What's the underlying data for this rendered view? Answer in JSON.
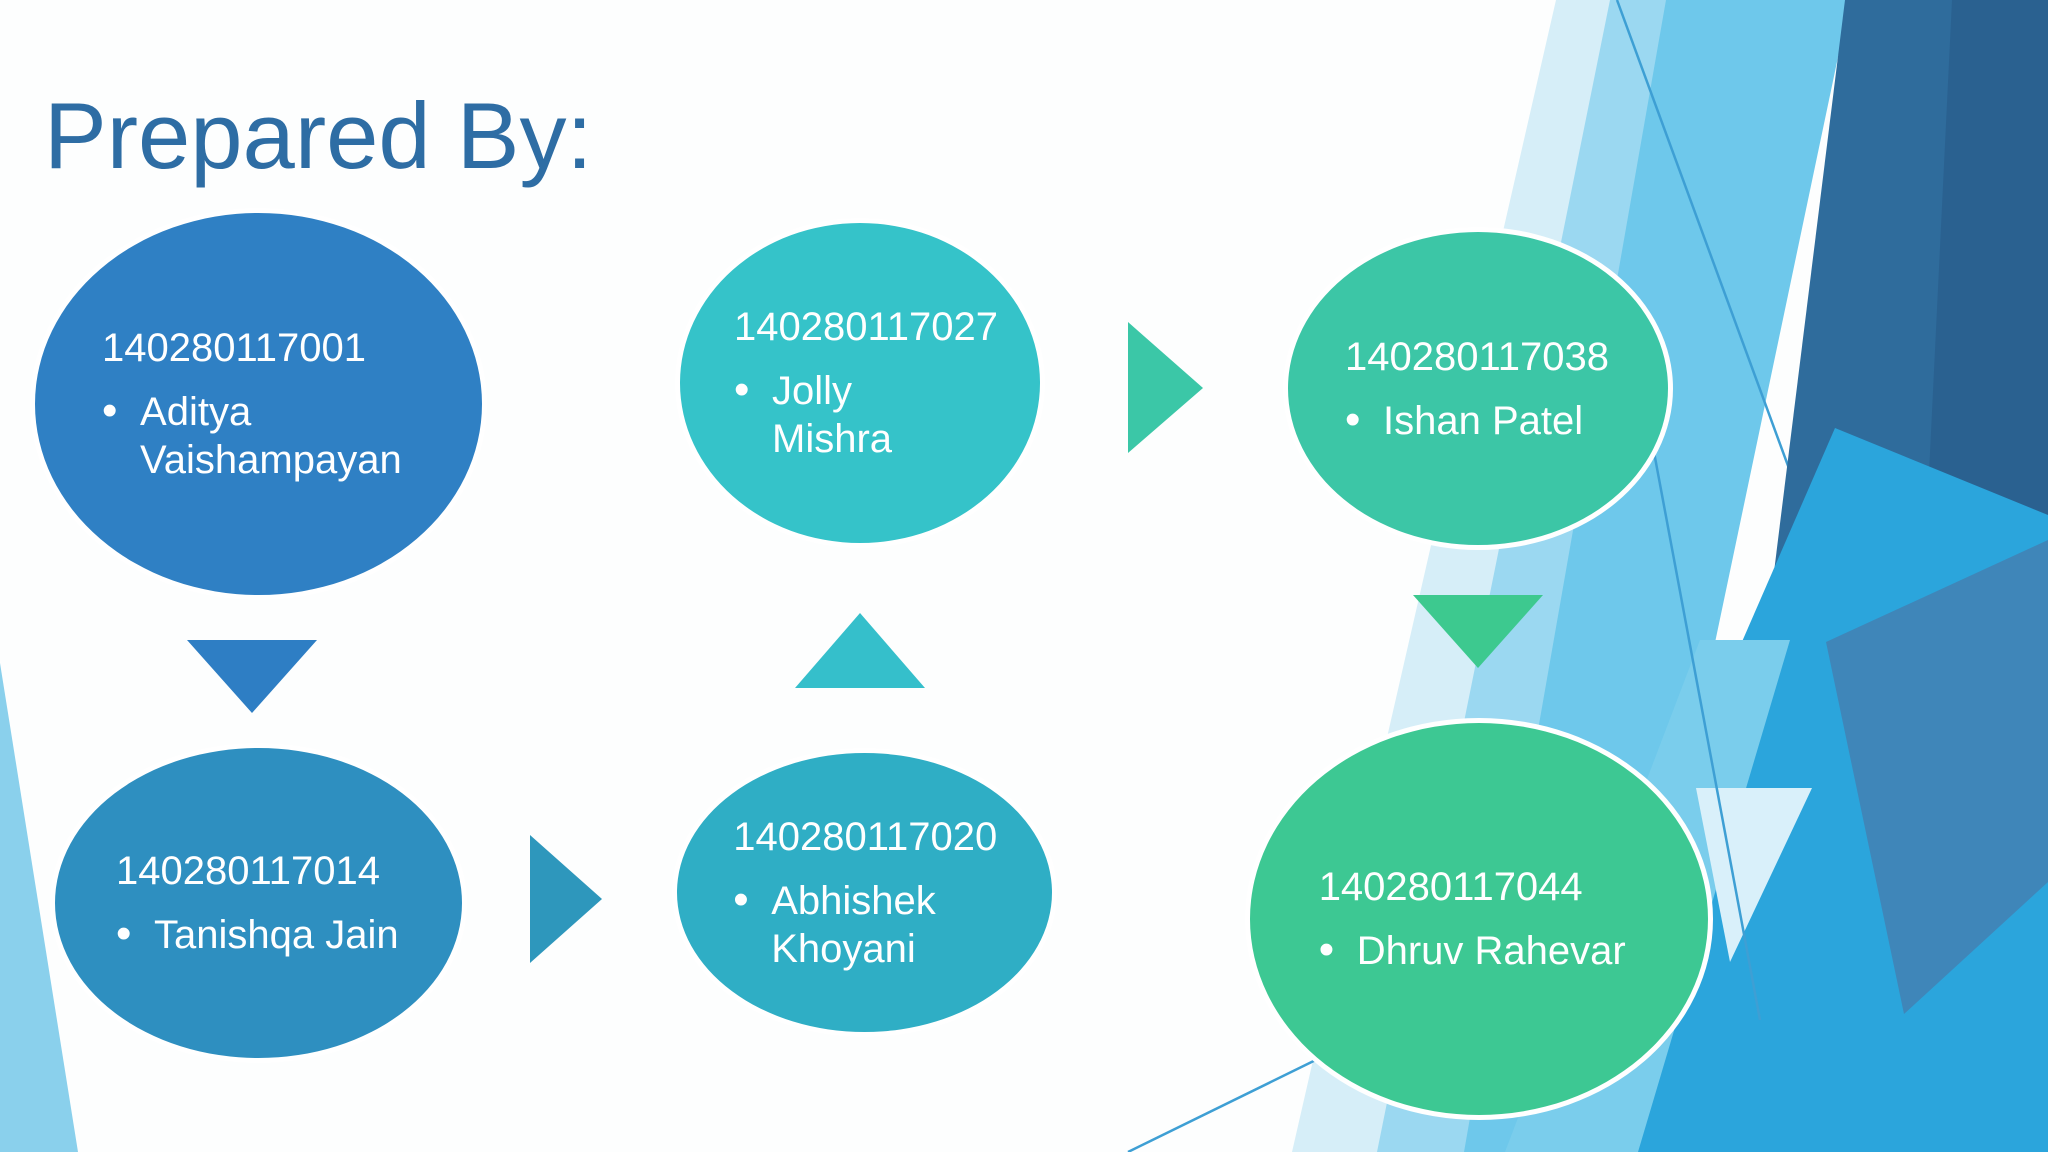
{
  "slide": {
    "title": "Prepared By:",
    "title_color": "#2E6DA4",
    "background_color": "#FDFEFE",
    "bullet_char": "•"
  },
  "nodes": [
    {
      "id": "140280117001",
      "name": "Aditya Vaishampayan",
      "color": "#2F80C4"
    },
    {
      "id": "140280117027",
      "name": "Jolly Mishra",
      "color": "#35C3C9"
    },
    {
      "id": "140280117038",
      "name": "Ishan Patel",
      "color": "#3CC6A6"
    },
    {
      "id": "140280117014",
      "name": "Tanishqa Jain",
      "color": "#2E8FC0"
    },
    {
      "id": "140280117020",
      "name": "Abhishek Khoyani",
      "color": "#2FAEC5"
    },
    {
      "id": "140280117044",
      "name": "Dhruv Rahevar",
      "color": "#3DC893"
    }
  ],
  "arrows": [
    {
      "direction": "down",
      "from": "140280117001",
      "to": "140280117014",
      "color": "#2E7EC4"
    },
    {
      "direction": "right",
      "from": "140280117014",
      "to": "140280117020",
      "color": "#2E97BC"
    },
    {
      "direction": "up",
      "from": "140280117020",
      "to": "140280117027",
      "color": "#35BFCB"
    },
    {
      "direction": "right",
      "from": "140280117027",
      "to": "140280117038",
      "color": "#3BC7A7"
    },
    {
      "direction": "down",
      "from": "140280117038",
      "to": "140280117044",
      "color": "#3DC98F"
    }
  ],
  "background": {
    "decoration_colors": [
      "#8AD0EC",
      "#D6EEF8",
      "#9BD8F1",
      "#6EC8EB",
      "#2F6C9C",
      "#2A6190",
      "#2BA5DC",
      "#7ACDEC",
      "#D9F0FA",
      "#3F86B9"
    ],
    "line_color": "#3E9FD4"
  }
}
